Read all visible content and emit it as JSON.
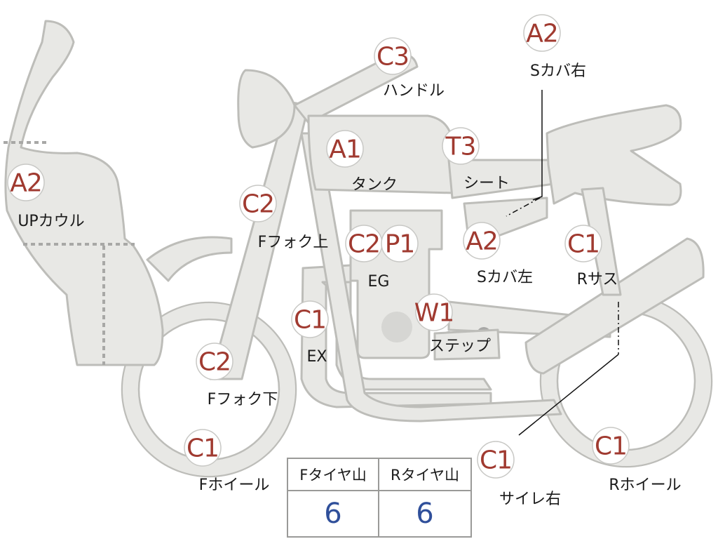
{
  "callouts": [
    {
      "code": "A2",
      "label": "UPカウル"
    },
    {
      "code": "C3",
      "label": "ハンドル"
    },
    {
      "code": "A2",
      "label": "Sカバ右"
    },
    {
      "code": "A1",
      "label": "タンク"
    },
    {
      "code": "T3",
      "label": "シート"
    },
    {
      "code": "C2",
      "label": "Fフォク上"
    },
    {
      "code": "C2",
      "label": ""
    },
    {
      "code": "P1",
      "label": "EG"
    },
    {
      "code": "A2",
      "label": "Sカバ左"
    },
    {
      "code": "C1",
      "label": "Rサス"
    },
    {
      "code": "C1",
      "label": "EX"
    },
    {
      "code": "W1",
      "label": "ステップ"
    },
    {
      "code": "C2",
      "label": "Fフォク下"
    },
    {
      "code": "C1",
      "label": "Fホイール"
    },
    {
      "code": "C1",
      "label": "サイレ右"
    },
    {
      "code": "C1",
      "label": "Rホイール"
    }
  ],
  "tire_table": {
    "headers": [
      "Fタイヤ山",
      "Rタイヤ山"
    ],
    "values": [
      "6",
      "6"
    ]
  },
  "colors": {
    "part_fill": "#e8e8e5",
    "part_stroke": "#bdbdb9",
    "code_text": "#a03a30",
    "value_text": "#2f4f9a"
  }
}
